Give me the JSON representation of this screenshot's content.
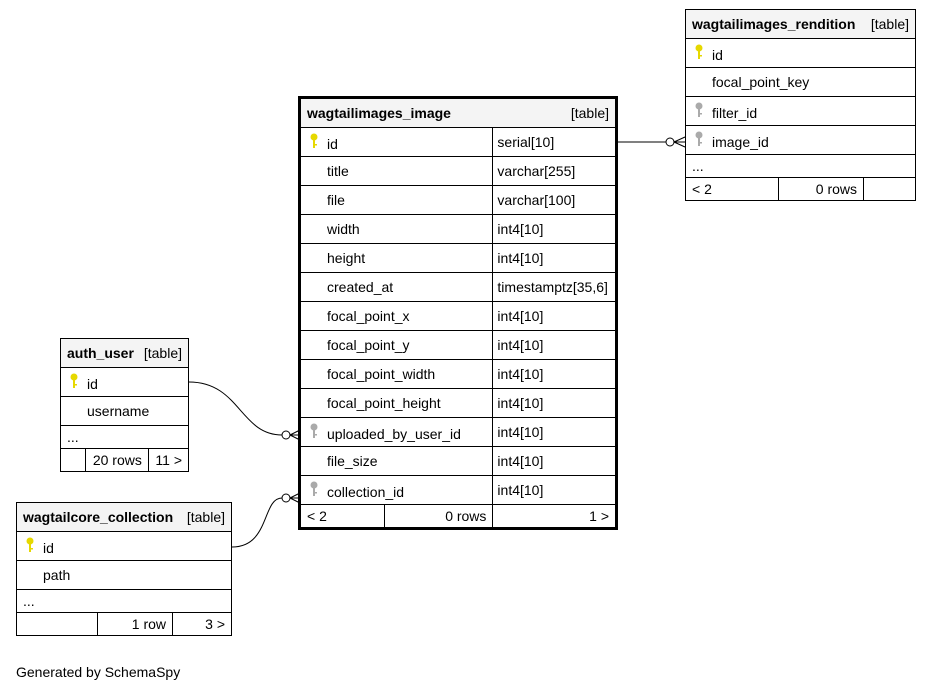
{
  "footer": "Generated by SchemaSpy",
  "colors": {
    "primary_key": "#e6d800",
    "foreign_key": "#aaaaaa",
    "header_bg": "#f4f4f4"
  },
  "tables": {
    "rendition": {
      "name": "wagtailimages_rendition",
      "type": "[table]",
      "columns": [
        {
          "name": "id",
          "key": "primary-key-icon"
        },
        {
          "name": "focal_point_key",
          "key": ""
        },
        {
          "name": "filter_id",
          "key": "foreign-key-icon"
        },
        {
          "name": "image_id",
          "key": "foreign-key-icon"
        }
      ],
      "ellipsis": "...",
      "footer": {
        "parents": "< 2",
        "rows": "0 rows",
        "children": ""
      }
    },
    "image": {
      "name": "wagtailimages_image",
      "type": "[table]",
      "columns": [
        {
          "name": "id",
          "type": "serial[10]",
          "key": "primary-key-icon"
        },
        {
          "name": "title",
          "type": "varchar[255]",
          "key": ""
        },
        {
          "name": "file",
          "type": "varchar[100]",
          "key": ""
        },
        {
          "name": "width",
          "type": "int4[10]",
          "key": ""
        },
        {
          "name": "height",
          "type": "int4[10]",
          "key": ""
        },
        {
          "name": "created_at",
          "type": "timestamptz[35,6]",
          "key": ""
        },
        {
          "name": "focal_point_x",
          "type": "int4[10]",
          "key": ""
        },
        {
          "name": "focal_point_y",
          "type": "int4[10]",
          "key": ""
        },
        {
          "name": "focal_point_width",
          "type": "int4[10]",
          "key": ""
        },
        {
          "name": "focal_point_height",
          "type": "int4[10]",
          "key": ""
        },
        {
          "name": "uploaded_by_user_id",
          "type": "int4[10]",
          "key": "foreign-key-icon"
        },
        {
          "name": "file_size",
          "type": "int4[10]",
          "key": ""
        },
        {
          "name": "collection_id",
          "type": "int4[10]",
          "key": "foreign-key-icon"
        }
      ],
      "footer": {
        "parents": "< 2",
        "rows": "0 rows",
        "children": "1 >"
      }
    },
    "auth_user": {
      "name": "auth_user",
      "type": "[table]",
      "columns": [
        {
          "name": "id",
          "key": "primary-key-icon"
        },
        {
          "name": "username",
          "key": ""
        }
      ],
      "ellipsis": "...",
      "footer": {
        "parents": "",
        "rows": "20 rows",
        "children": "11 >"
      }
    },
    "collection": {
      "name": "wagtailcore_collection",
      "type": "[table]",
      "columns": [
        {
          "name": "id",
          "key": "primary-key-icon"
        },
        {
          "name": "path",
          "key": ""
        }
      ],
      "ellipsis": "...",
      "footer": {
        "parents": "",
        "rows": "1 row",
        "children": "3 >"
      }
    }
  }
}
